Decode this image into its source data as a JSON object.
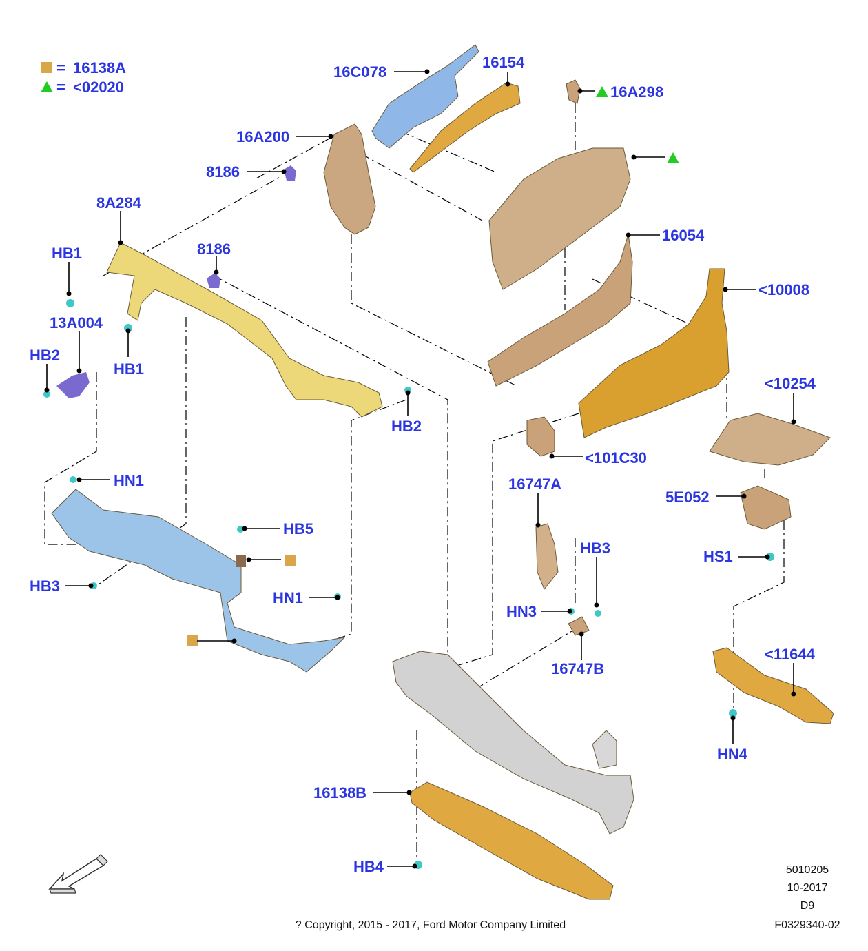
{
  "legend": {
    "items": [
      {
        "symbol": "square",
        "color": "#d9a64a",
        "equals": "=",
        "label": "16138A"
      },
      {
        "symbol": "triangle",
        "color": "#22cc22",
        "equals": "=",
        "label": "<02020"
      }
    ]
  },
  "callouts": {
    "c16C078": "16C078",
    "c16154": "16154",
    "c16A298": "16A298",
    "c16A200": "16A200",
    "c8186a": "8186",
    "c8A284": "8A284",
    "c8186b": "8186",
    "cHB1a": "HB1",
    "cHB1b": "HB1",
    "c13A004": "13A004",
    "cHB2a": "HB2",
    "cHB2b": "HB2",
    "c16054": "16054",
    "c10008": "<10008",
    "c10254": "<10254",
    "c101C30": "<101C30",
    "c16747A": "16747A",
    "cHN1a": "HN1",
    "cHN1b": "HN1",
    "cHB5": "HB5",
    "cHB3a": "HB3",
    "cHB3b": "HB3",
    "cHN3": "HN3",
    "c16747B": "16747B",
    "c5E052": "5E052",
    "cHS1": "HS1",
    "c11644": "<11644",
    "cHN4": "HN4",
    "c16138B": "16138B",
    "cHB4": "HB4"
  },
  "info": {
    "code": "5010205",
    "date": "10-2017",
    "variant": "D9",
    "figure_id": "F0329340-02"
  },
  "copyright": "? Copyright, 2015 - 2017, Ford Motor Company Limited",
  "colors": {
    "callout_text": "#2b36e0",
    "tan_part": "#c9a27a",
    "gold_part": "#d9a030",
    "yellow_part": "#e8d470",
    "blue_part": "#8fb8e0",
    "teal_fastener": "#3ec7c7",
    "purple_part": "#7a6ad0",
    "silver_part": "#c8c8c8"
  }
}
